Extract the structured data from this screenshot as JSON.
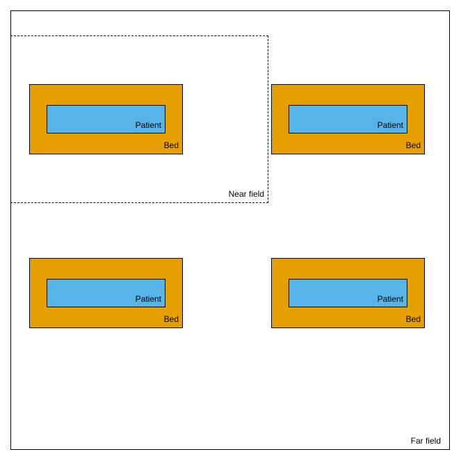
{
  "colors": {
    "bed": "#E69F00",
    "patient": "#56B4E9"
  },
  "far_field": {
    "label": "Far field"
  },
  "near_field": {
    "label": "Near field"
  },
  "beds": [
    {
      "bed_label": "Bed",
      "patient_label": "Patient"
    },
    {
      "bed_label": "Bed",
      "patient_label": "Patient"
    },
    {
      "bed_label": "Bed",
      "patient_label": "Patient"
    },
    {
      "bed_label": "Bed",
      "patient_label": "Patient"
    }
  ]
}
